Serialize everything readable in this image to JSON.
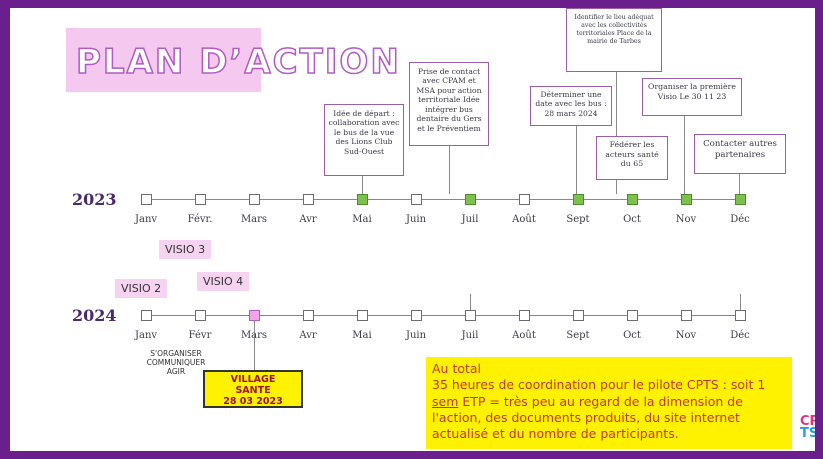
{
  "title": "PLAN D’ACTION",
  "years": {
    "y2023": "2023",
    "y2024": "2024"
  },
  "months": [
    "Janv",
    "Févr.",
    "Mars",
    "Avr",
    "Mai",
    "Juin",
    "Juil",
    "Août",
    "Sept",
    "Oct",
    "Nov",
    "Déc"
  ],
  "months_2024": [
    "Janv",
    "Févr",
    "Mars",
    "Avr",
    "Mai",
    "Juin",
    "Juil",
    "Août",
    "Sept",
    "Oct",
    "Nov",
    "Déc"
  ],
  "callouts": {
    "mai": "Idée de départ : collaboration avec le bus de la vue des Lions Club Sud-Ouest",
    "juil": "Prise de contact avec CPAM et MSA pour action territoriale Idée intégrer bus dentaire du Gers et le Préventiem",
    "sept": "Déterminer une date avec les bus : 28 mars 2024",
    "oct_top": "Identifier le lieu adéquat avec les collectivités territoriales Place de la mairie de Tarbes",
    "oct": "Fédérer les acteurs santé du 65",
    "nov": "Organiser la première Visio Le 30 11 23",
    "dec": "Contacter autres partenaires"
  },
  "visio": {
    "v2": "VISIO 2",
    "v3": "VISIO 3",
    "v4": "VISIO 4"
  },
  "fevr_label": "S'ORGANISER COMMUNIQUER AGIR",
  "village": {
    "line1": "VILLAGE",
    "line2": "SANTE",
    "line3": "28 03 2023"
  },
  "total": {
    "line1": "Au total",
    "line2": "35 heures de coordination pour le pilote CPTS : soit 1",
    "line3_u": "sem",
    "line3": " ETP = très peu au regard de la dimension de",
    "line4": "l'action, des documents produits, du site internet",
    "line5": "actualisé et du nombre de participants."
  },
  "logo": {
    "top": "CP",
    "bottom": "TS"
  },
  "colors": {
    "frame": "#6a1f8c",
    "done": "#7cc24a",
    "event": "#f3a5e8",
    "highlight": "#fff200",
    "callout_border": "#9b5ea8"
  }
}
